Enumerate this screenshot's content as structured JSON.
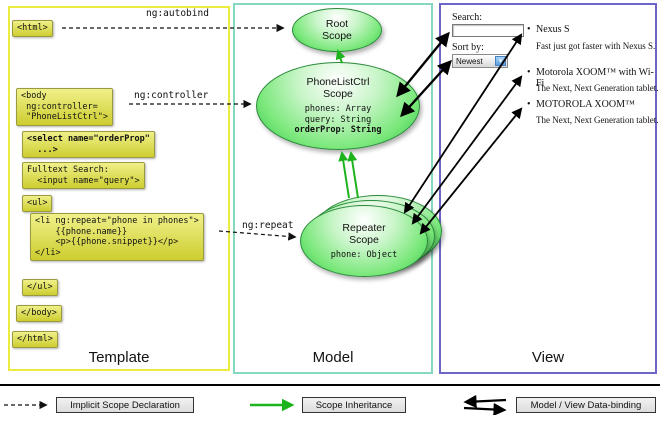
{
  "columns": {
    "template_label": "Template",
    "model_label": "Model",
    "view_label": "View"
  },
  "annotations": {
    "autobind": "ng:autobind",
    "controller": "ng:controller",
    "repeat": "ng:repeat"
  },
  "template_code": {
    "html_open": "<html>",
    "body_open": "<body\n ng:controller=\n \"PhoneListCtrl\">",
    "select": "<select name=\"orderProp\"\n  ...>",
    "fulltext": "Fulltext Search:\n  <input name=\"query\">",
    "ul_open": "<ul>",
    "li_repeat": "<li ng:repeat=\"phone in phones\">\n    {{phone.name}}\n    <p>{{phone.snippet}}</p>\n</li>",
    "ul_close": "</ul>",
    "body_close": "</body>",
    "html_close": "</html>"
  },
  "model": {
    "root_scope_title": "Root\nScope",
    "phonelist_title": "PhoneListCtrl\nScope",
    "phonelist_props": "phones: Array\nquery: String",
    "phonelist_bold_prop": "orderProp: String",
    "repeater_title": "Repeater\nScope",
    "repeater_prop": "phone: Object"
  },
  "view": {
    "search_label": "Search:",
    "search_value": "",
    "sort_label": "Sort by:",
    "sort_value": "Newest",
    "items": [
      {
        "name": "Nexus S",
        "desc": "Fast just got faster with Nexus S."
      },
      {
        "name": "Motorola XOOM™ with Wi-Fi",
        "desc": "The Next, Next Generation tablet."
      },
      {
        "name": "MOTOROLA XOOM™",
        "desc": "The Next, Next Generation tablet."
      }
    ]
  },
  "legend": {
    "implicit": "Implicit Scope Declaration",
    "inheritance": "Scope Inheritance",
    "databinding": "Model / View Data-binding"
  },
  "icons": {
    "sort_dropdown": "▾",
    "bullet": "•"
  },
  "colors": {
    "template_border": "#ecec3e",
    "model_border": "#86d8c0",
    "view_border": "#6d65c8",
    "code_box_bg": "#d8d844",
    "scope_fill": "#2ec04e",
    "inheritance_green": "#1db31d"
  }
}
